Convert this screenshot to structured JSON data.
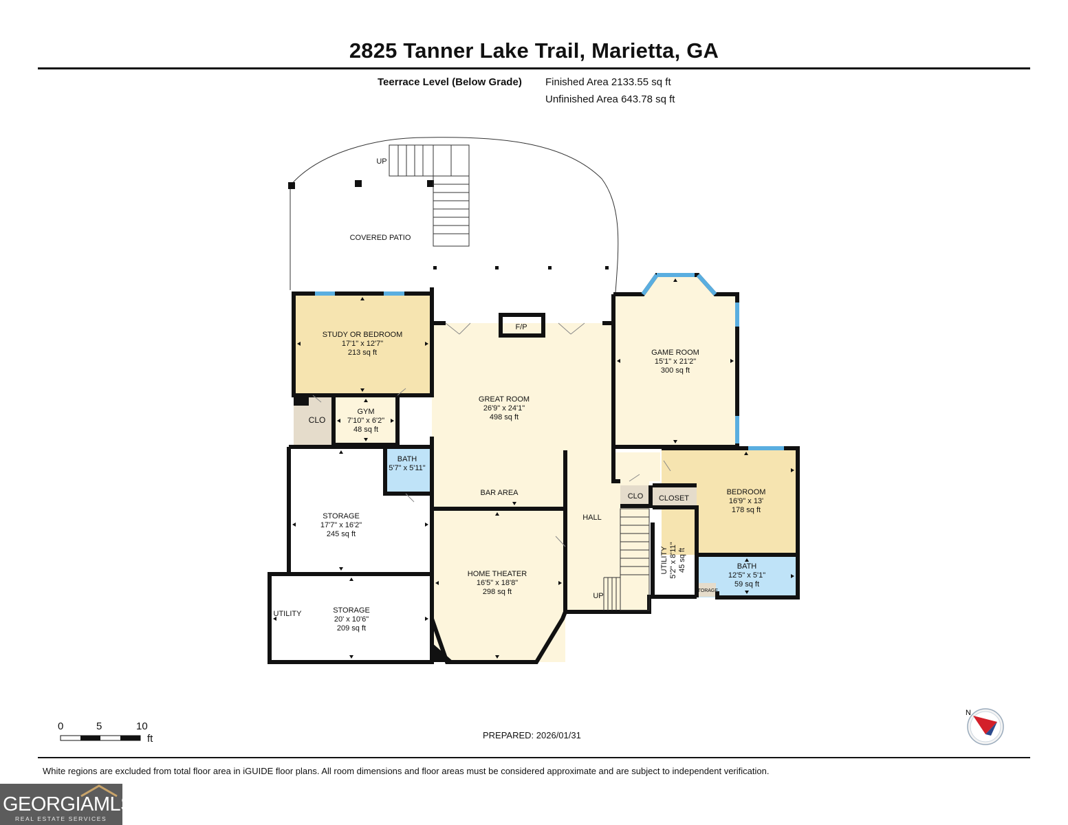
{
  "header": {
    "title": "2825 Tanner Lake Trail, Marietta, GA",
    "level_label": "Teerrace Level (Below Grade)",
    "finished_area": "Finished Area 2133.55 sq ft",
    "unfinished_area": "Unfinished Area 643.78 sq ft"
  },
  "rooms": {
    "covered_patio": {
      "name": "COVERED PATIO"
    },
    "study": {
      "name": "STUDY OR BEDROOM",
      "dims": "17'1\" x 12'7\"",
      "area": "213 sq ft"
    },
    "great_room": {
      "name": "GREAT ROOM",
      "dims": "26'9\" x 24'1\"",
      "area": "498 sq ft"
    },
    "fireplace": {
      "name": "F/P"
    },
    "game_room": {
      "name": "GAME ROOM",
      "dims": "15'1\" x 21'2\"",
      "area": "300 sq ft"
    },
    "clo_left": {
      "name": "CLO"
    },
    "gym": {
      "name": "GYM",
      "dims": "7'10\" x 6'2\"",
      "area": "48 sq ft"
    },
    "bath_small": {
      "name": "BATH",
      "dims": "5'7\" x 5'11\""
    },
    "bar_area": {
      "name": "BAR AREA"
    },
    "storage_1": {
      "name": "STORAGE",
      "dims": "17'7\" x 16'2\"",
      "area": "245 sq ft"
    },
    "home_theater": {
      "name": "HOME THEATER",
      "dims": "16'5\" x 18'8\"",
      "area": "298 sq ft"
    },
    "hall": {
      "name": "HALL"
    },
    "clo_right": {
      "name": "CLO"
    },
    "closet": {
      "name": "CLOSET"
    },
    "bedroom": {
      "name": "BEDROOM",
      "dims": "16'9\" x 13'",
      "area": "178 sq ft"
    },
    "utility_small": {
      "name": "UTILITY",
      "dims": "5'2\" x 8'11\"",
      "area": "45 sq ft"
    },
    "bath_2": {
      "name": "BATH",
      "dims": "12'5\" x 5'1\"",
      "area": "59 sq ft"
    },
    "storage_small": {
      "name": "STORAGE"
    },
    "storage_2": {
      "name": "STORAGE",
      "dims": "20' x 10'6\"",
      "area": "209 sq ft"
    },
    "utility_left": {
      "name": "UTILITY"
    }
  },
  "stairs": {
    "up_top": "UP",
    "up_bottom": "UP"
  },
  "scale": {
    "ticks": [
      "0",
      "5",
      "10"
    ],
    "unit": "ft"
  },
  "compass": {
    "label": "N"
  },
  "prepared": "PREPARED: 2026/01/31",
  "disclaimer": "White regions are excluded from total floor area in iGUIDE floor plans. All room dimensions and floor areas must be considered approximate and are subject to independent verification.",
  "logo": {
    "main": "GEORGIAMLS",
    "sub": "REAL ESTATE SERVICES"
  },
  "colors": {
    "finished_fill": "#fdf5dc",
    "bedroom_fill": "#f6e4b0",
    "bath_fill": "#bfe3f8",
    "closet_fill": "#e5dccb",
    "wall": "#111111",
    "window": "#5aaee0",
    "compass_arrow": "#d3202a"
  }
}
